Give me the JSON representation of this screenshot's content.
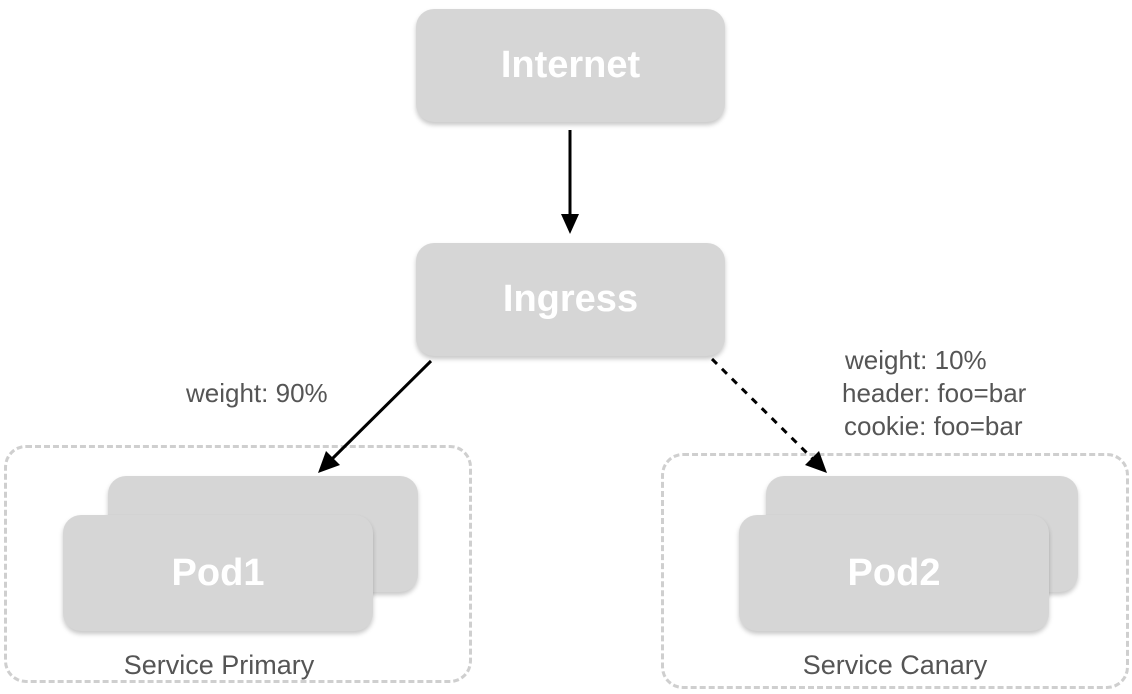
{
  "nodes": {
    "internet": "Internet",
    "ingress": "Ingress",
    "pod1": "Pod1",
    "pod2": "Pod2"
  },
  "services": {
    "primary": "Service Primary",
    "canary": "Service Canary"
  },
  "edges": {
    "primary_label": "weight: 90%",
    "canary_labels": [
      "weight: 10%",
      "header: foo=bar",
      "cookie: foo=bar"
    ]
  },
  "colors": {
    "node_fill": "#d6d6d6",
    "node_text": "#ffffff",
    "label_text": "#555555",
    "service_border": "#cfcfcf",
    "arrow": "#000000"
  }
}
